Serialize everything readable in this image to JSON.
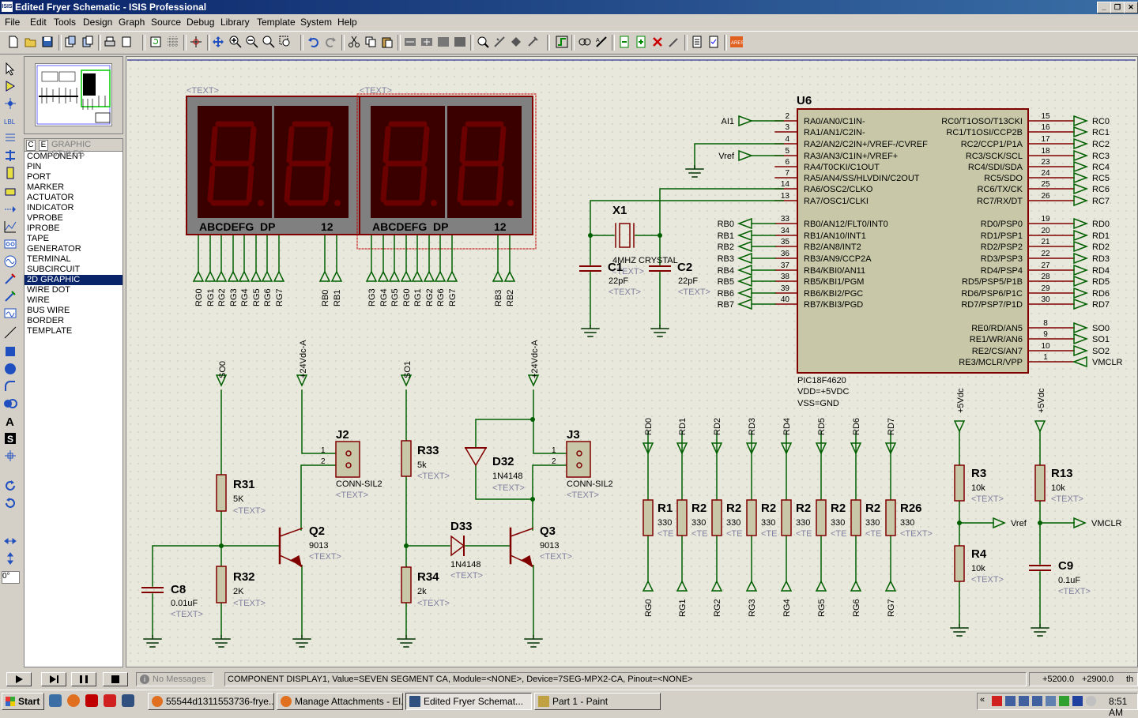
{
  "window": {
    "app_icon": "ISIS",
    "title": "Edited Fryer Schematic - ISIS Professional"
  },
  "menu": [
    "File",
    "Edit",
    "Tools",
    "Design",
    "Graph",
    "Source",
    "Debug",
    "Library",
    "Template",
    "System",
    "Help"
  ],
  "overview_label": "GRAPHIC STYLES",
  "mode_tabs": [
    "C",
    "E"
  ],
  "graphic_styles": [
    "COMPONENT",
    "PIN",
    "PORT",
    "MARKER",
    "ACTUATOR",
    "INDICATOR",
    "VPROBE",
    "IPROBE",
    "TAPE",
    "GENERATOR",
    "TERMINAL",
    "SUBCIRCUIT",
    "2D GRAPHIC",
    "WIRE DOT",
    "WIRE",
    "BUS WIRE",
    "BORDER",
    "TEMPLATE"
  ],
  "selected_style": "2D GRAPHIC",
  "rotation": "0°",
  "status": {
    "messages": "No Messages",
    "text": "COMPONENT DISPLAY1, Value=SEVEN SEGMENT CA, Module=<NONE>, Device=7SEG-MPX2-CA, Pinout=<NONE>",
    "x": "+5200.0",
    "y": "+2900.0",
    "unit": "th"
  },
  "taskbar": {
    "start": "Start",
    "tasks": [
      "55544d1311553736-frye...",
      "Manage Attachments - El...",
      "Edited Fryer Schemat...",
      "Part 1 - Paint"
    ],
    "active_task": 2,
    "time": "8:51 AM"
  },
  "schematic": {
    "text_placeholder": "<TEXT>",
    "displays": {
      "segments_label": "ABCDEFG  DP",
      "digits_label": "12",
      "pins_left": [
        "RG0",
        "RG1",
        "RG2",
        "RG3",
        "RG4",
        "RG5",
        "RG6",
        "RG7",
        "RB0",
        "RB1"
      ],
      "pins_right": [
        "RG3",
        "RG4",
        "RG5",
        "RG0",
        "RG1",
        "RG2",
        "RG6",
        "RG7",
        "RB3",
        "RB2"
      ]
    },
    "mcu": {
      "ref": "U6",
      "part": "PIC18F4620",
      "vdd": "VDD=+5VDC",
      "vss": "VSS=GND",
      "left_pins": [
        {
          "num": "2",
          "name": "RA0/AN0/C1IN-",
          "net": "AI1"
        },
        {
          "num": "3",
          "name": "RA1/AN1/C2IN-",
          "net": ""
        },
        {
          "num": "4",
          "name": "RA2/AN2/C2IN+/VREF-/CVREF",
          "net": ""
        },
        {
          "num": "5",
          "name": "RA3/AN3/C1IN+/VREF+",
          "net": "Vref"
        },
        {
          "num": "6",
          "name": "RA4/T0CKI/C1OUT",
          "net": ""
        },
        {
          "num": "7",
          "name": "RA5/AN4/SS/HLVDIN/C2OUT",
          "net": ""
        },
        {
          "num": "14",
          "name": "RA6/OSC2/CLKO",
          "net": ""
        },
        {
          "num": "13",
          "name": "RA7/OSC1/CLKI",
          "net": ""
        },
        {
          "num": "33",
          "name": "RB0/AN12/FLT0/INT0",
          "net": "RB0"
        },
        {
          "num": "34",
          "name": "RB1/AN10/INT1",
          "net": "RB1"
        },
        {
          "num": "35",
          "name": "RB2/AN8/INT2",
          "net": "RB2"
        },
        {
          "num": "36",
          "name": "RB3/AN9/CCP2A",
          "net": "RB3"
        },
        {
          "num": "37",
          "name": "RB4/KBI0/AN11",
          "net": "RB4"
        },
        {
          "num": "38",
          "name": "RB5/KBI1/PGM",
          "net": "RB5"
        },
        {
          "num": "39",
          "name": "RB6/KBI2/PGC",
          "net": "RB6"
        },
        {
          "num": "40",
          "name": "RB7/KBI3/PGD",
          "net": "RB7"
        }
      ],
      "right_pins": [
        {
          "num": "15",
          "name": "RC0/T1OSO/T13CKI",
          "net": "RC0"
        },
        {
          "num": "16",
          "name": "RC1/T1OSI/CCP2B",
          "net": "RC1"
        },
        {
          "num": "17",
          "name": "RC2/CCP1/P1A",
          "net": "RC2"
        },
        {
          "num": "18",
          "name": "RC3/SCK/SCL",
          "net": "RC3"
        },
        {
          "num": "23",
          "name": "RC4/SDI/SDA",
          "net": "RC4"
        },
        {
          "num": "24",
          "name": "RC5/SDO",
          "net": "RC5"
        },
        {
          "num": "25",
          "name": "RC6/TX/CK",
          "net": "RC6"
        },
        {
          "num": "26",
          "name": "RC7/RX/DT",
          "net": "RC7"
        },
        {
          "num": "19",
          "name": "RD0/PSP0",
          "net": "RD0"
        },
        {
          "num": "20",
          "name": "RD1/PSP1",
          "net": "RD1"
        },
        {
          "num": "21",
          "name": "RD2/PSP2",
          "net": "RD2"
        },
        {
          "num": "22",
          "name": "RD3/PSP3",
          "net": "RD3"
        },
        {
          "num": "27",
          "name": "RD4/PSP4",
          "net": "RD4"
        },
        {
          "num": "28",
          "name": "RD5/PSP5/P1B",
          "net": "RD5"
        },
        {
          "num": "29",
          "name": "RD6/PSP6/P1C",
          "net": "RD6"
        },
        {
          "num": "30",
          "name": "RD7/PSP7/P1D",
          "net": "RD7"
        },
        {
          "num": "8",
          "name": "RE0/RD/AN5",
          "net": "SO0"
        },
        {
          "num": "9",
          "name": "RE1/WR/AN6",
          "net": "SO1"
        },
        {
          "num": "10",
          "name": "RE2/CS/AN7",
          "net": "SO2"
        },
        {
          "num": "1",
          "name": "RE3/MCLR/VPP",
          "net": "VMCLR"
        }
      ]
    },
    "crystal": {
      "ref": "X1",
      "value": "4MHZ CRYSTAL"
    },
    "c1": {
      "ref": "C1",
      "value": "22pF"
    },
    "c2": {
      "ref": "C2",
      "value": "22pF"
    },
    "r31": {
      "ref": "R31",
      "value": "5K"
    },
    "r32": {
      "ref": "R32",
      "value": "2K"
    },
    "c8": {
      "ref": "C8",
      "value": "0.01uF"
    },
    "q2": {
      "ref": "Q2",
      "value": "9013"
    },
    "j2": {
      "ref": "J2",
      "value": "CONN-SIL2"
    },
    "r33": {
      "ref": "R33",
      "value": "5k"
    },
    "r34": {
      "ref": "R34",
      "value": "2k"
    },
    "d32": {
      "ref": "D32",
      "value": "1N4148"
    },
    "d33": {
      "ref": "D33",
      "value": "1N4148"
    },
    "q3": {
      "ref": "Q3",
      "value": "9013"
    },
    "j3": {
      "ref": "J3",
      "value": "CONN-SIL2"
    },
    "so0": "SO0",
    "so1": "SO1",
    "v24": "+24Vdc-A",
    "pin1": "1",
    "pin2": "2",
    "pullups": {
      "top_nets": [
        "RD0",
        "RD1",
        "RD2",
        "RD3",
        "RD4",
        "RD5",
        "RD6",
        "RD7"
      ],
      "refs": [
        "R1",
        "R2",
        "R2",
        "R2",
        "R2",
        "R2",
        "R2",
        "R26"
      ],
      "value": "330",
      "text_short": "<TE",
      "bottom_nets": [
        "RG0",
        "RG1",
        "RG2",
        "RG3",
        "RG4",
        "RG5",
        "RG6",
        "RG7"
      ]
    },
    "r3": {
      "ref": "R3",
      "value": "10k"
    },
    "r4": {
      "ref": "R4",
      "value": "10k"
    },
    "r13": {
      "ref": "R13",
      "value": "10k"
    },
    "c9": {
      "ref": "C9",
      "value": "0.1uF"
    },
    "v5": "+5Vdc",
    "vref": "Vref",
    "vmclr": "VMCLR"
  }
}
